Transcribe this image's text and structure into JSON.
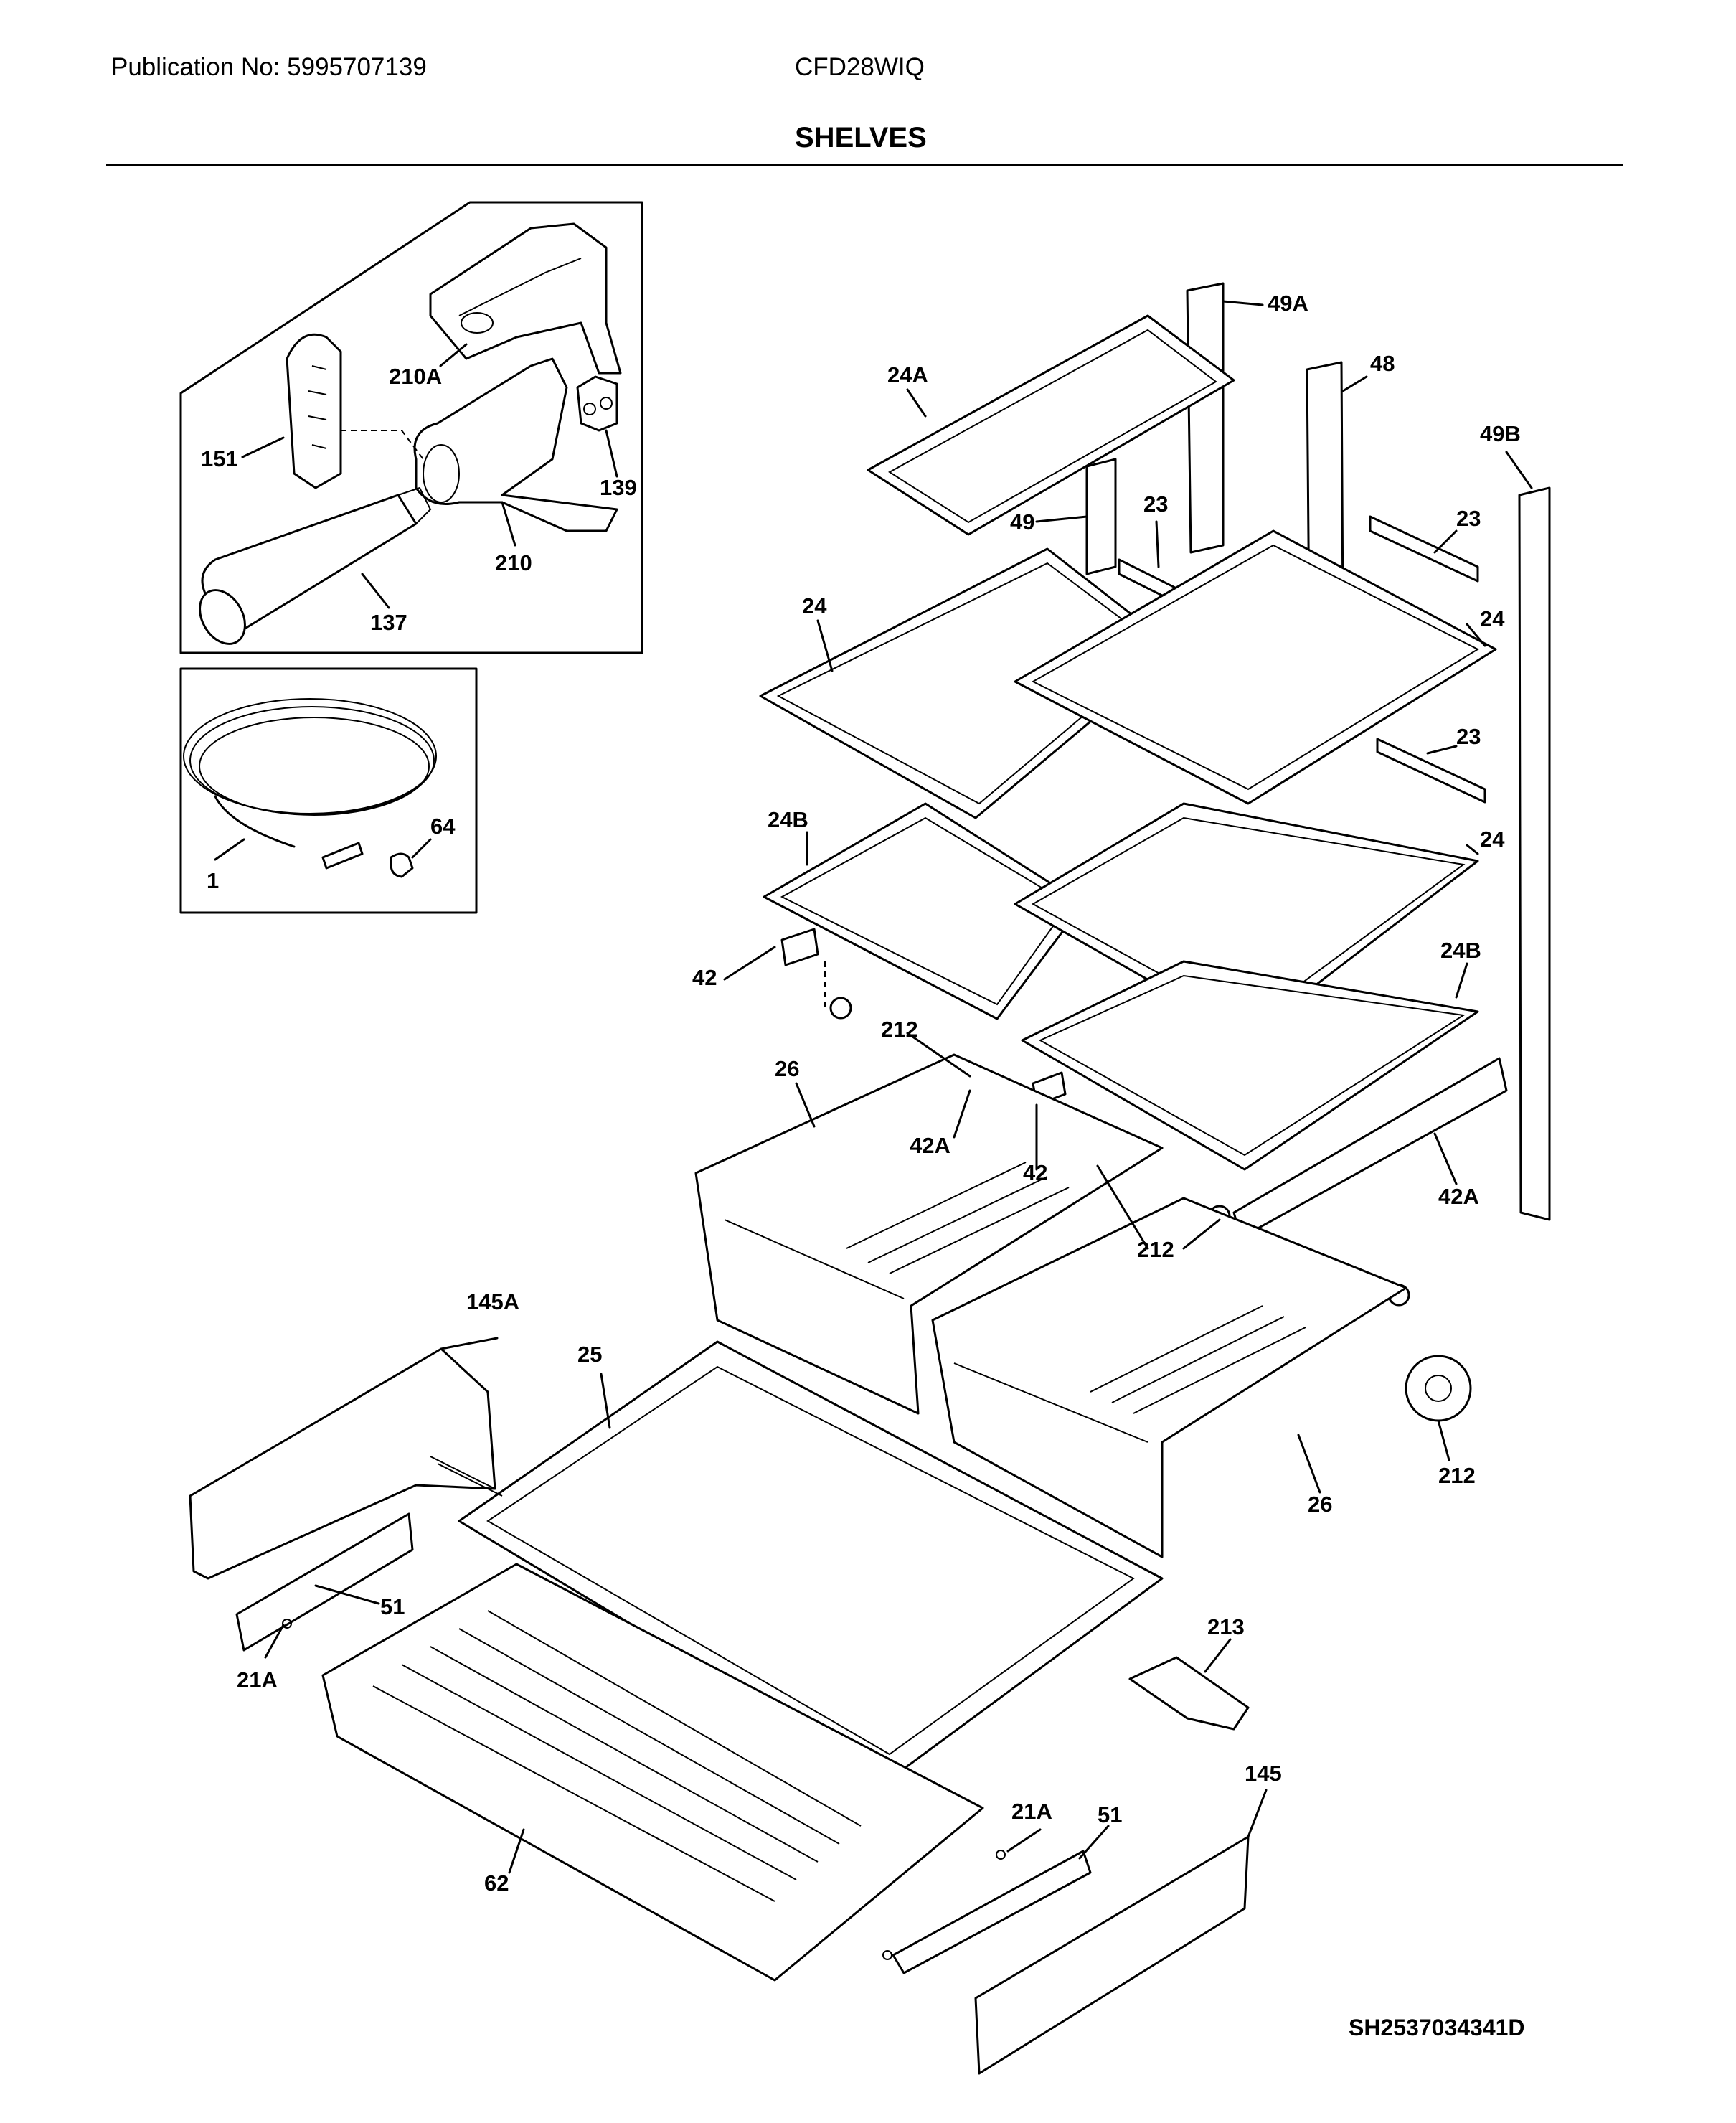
{
  "header": {
    "publication": "Publication No: 5995707139",
    "model": "CFD28WIQ",
    "title": "SHELVES"
  },
  "footer": {
    "diagram_id": "SH2537034341D"
  },
  "callouts": {
    "c_210A": "210A",
    "c_151": "151",
    "c_139": "139",
    "c_210": "210",
    "c_137": "137",
    "c_1": "1",
    "c_64": "64",
    "c_49A": "49A",
    "c_48": "48",
    "c_24A": "24A",
    "c_49B": "49B",
    "c_49": "49",
    "c_23a": "23",
    "c_23b": "23",
    "c_23c": "23",
    "c_24a": "24",
    "c_24b": "24",
    "c_24c": "24",
    "c_24Ba": "24B",
    "c_24Bb": "24B",
    "c_42a": "42",
    "c_42b": "42",
    "c_212a": "212",
    "c_212b": "212",
    "c_212c": "212",
    "c_26a": "26",
    "c_26b": "26",
    "c_42Aa": "42A",
    "c_42Ab": "42A",
    "c_145A": "145A",
    "c_25": "25",
    "c_51a": "51",
    "c_51b": "51",
    "c_21Aa": "21A",
    "c_21Ab": "21A",
    "c_213": "213",
    "c_145": "145",
    "c_62": "62"
  }
}
